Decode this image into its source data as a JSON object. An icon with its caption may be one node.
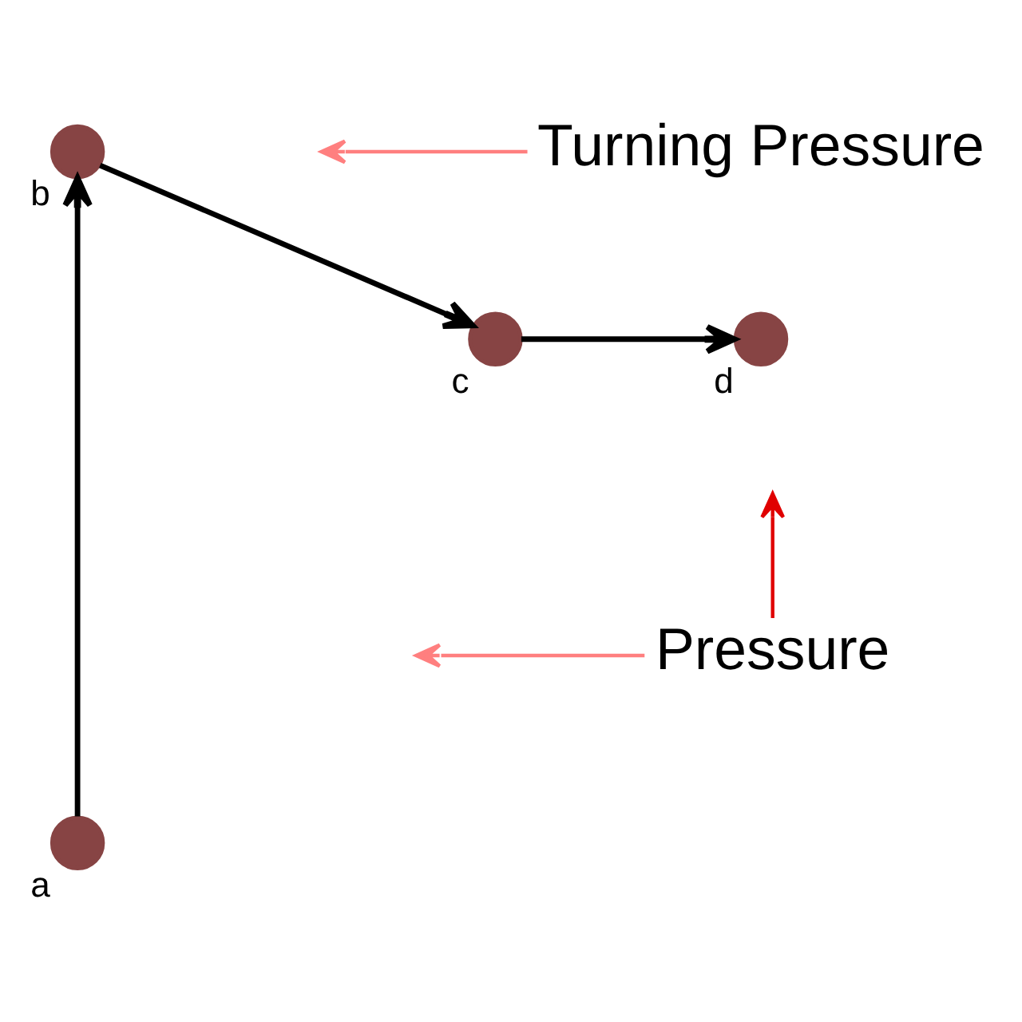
{
  "diagram": {
    "nodes": [
      {
        "text": [],
        "shape": "circle",
        "beside": [
          "b"
        ]
      },
      {
        "text": [
          "Turning Pressure"
        ]
      },
      {
        "text": [],
        "shape": "circle",
        "beside": [
          "c"
        ]
      },
      {
        "text": [],
        "shape": "circle",
        "beside": [
          "d"
        ]
      },
      {
        "text": [
          "Pressure"
        ]
      },
      {
        "text": [],
        "shape": "circle",
        "beside": [
          "a"
        ]
      }
    ],
    "edges": [
      {
        "from": 5,
        "to": 0,
        "arrow": "to"
      },
      {
        "from": 0,
        "to": 2,
        "arrow": "to"
      },
      {
        "from": 2,
        "to": 3,
        "arrow": "to"
      },
      {
        "from": 1,
        "to": null,
        "arrow": "to",
        "color": "#ff7f7f"
      },
      {
        "from": 4,
        "to": null,
        "arrow": "to",
        "color": "#ff7f7f"
      },
      {
        "from": 4,
        "to": null,
        "arrow": "to",
        "color": "#e00000"
      }
    ]
  }
}
